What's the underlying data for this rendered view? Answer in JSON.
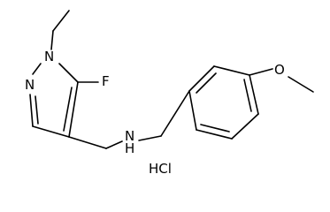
{
  "molecule": {
    "atom_labels": {
      "n1": "N",
      "n2": "N",
      "fluorine": "F",
      "amine_n": "N",
      "amine_h": "H",
      "oxygen": "O",
      "salt": "HCl"
    },
    "colors": {
      "bond": "#000000",
      "label": "#000000",
      "background": "#ffffff"
    }
  }
}
